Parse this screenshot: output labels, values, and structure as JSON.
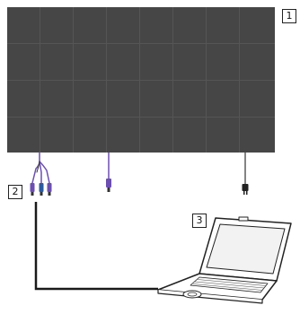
{
  "callouts": [
    {
      "label": "1"
    },
    {
      "label": "2"
    },
    {
      "label": "3"
    }
  ],
  "colors": {
    "display": "#464646",
    "display_grid": "#555555",
    "connection_line": "#1a1a1a",
    "av_cable": "#6c4fb0",
    "laptop_outline": "#222222"
  }
}
